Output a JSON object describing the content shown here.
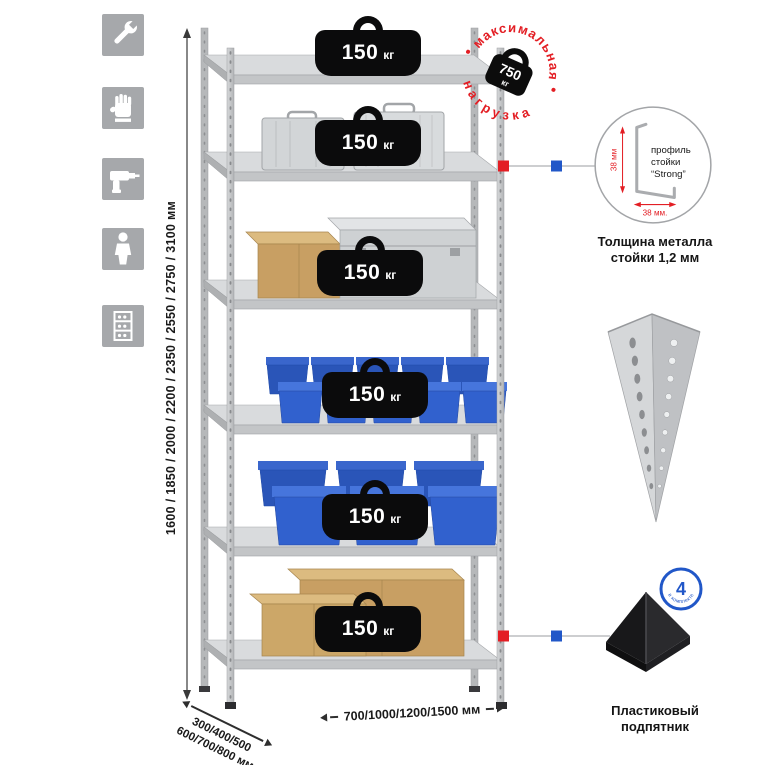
{
  "colors": {
    "accent_red": "#e31e24",
    "accent_blue": "#2157c8",
    "icon_gray": "#a6a8ab",
    "steel_light": "#d9dbdd",
    "steel_dark": "#aeb0b2",
    "bin_blue": "#3161ce",
    "cardboard": "#c89f63"
  },
  "sidebar_icons": [
    {
      "name": "wrench-icon"
    },
    {
      "name": "glove-icon"
    },
    {
      "name": "drill-icon"
    },
    {
      "name": "person-icon"
    },
    {
      "name": "rack-icon"
    }
  ],
  "rack": {
    "shelf_badge": {
      "value": "150",
      "unit": "кг"
    }
  },
  "stamp": {
    "arc_top": "максимальная",
    "arc_bottom": "нагрузка",
    "weight_value": "750",
    "weight_unit": "кг"
  },
  "dimensions": {
    "height": "1600 / 1850 / 2000 / 2200 / 2350 / 2550 / 2750 / 3100 мм",
    "depth_line1": "300/400/500",
    "depth_line2": "600/700/800 мм",
    "width": "700/1000/1200/1500 мм"
  },
  "profile_callout": {
    "label_line1": "профиль",
    "label_line2": "стойки",
    "label_line3": "“Strong”",
    "dim_vertical": "38 мм",
    "dim_horizontal": "38 мм.",
    "caption_line1": "Толщина металла",
    "caption_line2": "стойки 1,2 мм"
  },
  "foot_callout": {
    "badge_number": "4",
    "badge_label": "в комплекте",
    "caption_line1": "Пластиковый",
    "caption_line2": "подпятник"
  }
}
